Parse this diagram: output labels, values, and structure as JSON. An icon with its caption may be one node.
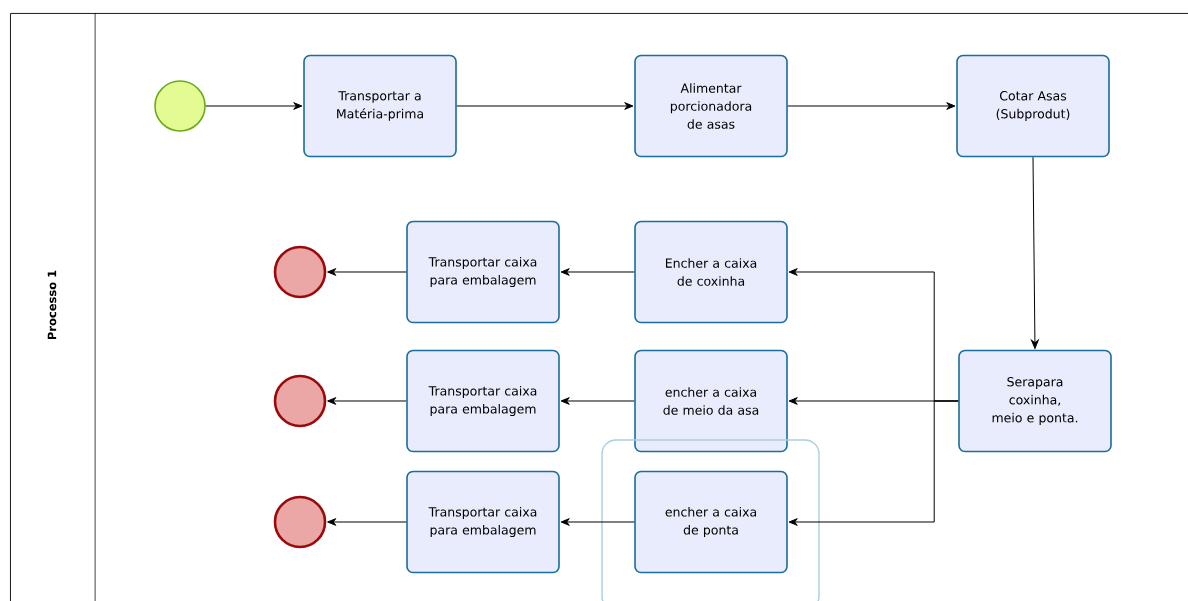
{
  "diagram": {
    "nodes": [
      {
        "text": [
          "Processo 1"
        ]
      },
      {
        "text": [],
        "shape": "circle",
        "in": 0
      },
      {
        "text": [
          "Transportar a Matéria-prima"
        ],
        "in": 0
      },
      {
        "text": [
          "Alimentar porcionadora de asas"
        ],
        "in": 0
      },
      {
        "text": [
          "Cotar Asas (Subprodut)"
        ],
        "in": 0
      },
      {
        "text": [
          "Serapara coxinha, meio e ponta."
        ],
        "in": 0
      },
      {
        "text": [
          "Encher a caixa de coxinha"
        ],
        "in": 0
      },
      {
        "text": [
          "Transportar caixa para embalagem"
        ],
        "in": 0
      },
      {
        "text": [],
        "shape": "circle",
        "in": 0
      },
      {
        "text": [
          "encher a caixa de meio da asa"
        ],
        "in": 0
      },
      {
        "text": [
          "Transportar caixa para embalagem"
        ],
        "in": 0
      },
      {
        "text": [],
        "shape": "circle",
        "in": 0
      },
      {
        "text": [
          "encher a caixa de ponta"
        ],
        "in": 0
      },
      {
        "text": [
          "Transportar caixa para embalagem"
        ],
        "in": 0
      },
      {
        "text": [],
        "shape": "circle",
        "in": 0
      }
    ],
    "edges": [
      {
        "from": 1,
        "to": 2,
        "arrow": "to"
      },
      {
        "from": 2,
        "to": 3,
        "arrow": "to"
      },
      {
        "from": 3,
        "to": 4,
        "arrow": "to"
      },
      {
        "from": 4,
        "to": 5,
        "arrow": "to"
      },
      {
        "from": 5,
        "to": 6,
        "arrow": "to"
      },
      {
        "from": 5,
        "to": 9,
        "arrow": "to"
      },
      {
        "from": 5,
        "to": 12,
        "arrow": "to"
      },
      {
        "from": 6,
        "to": 7,
        "arrow": "to"
      },
      {
        "from": 7,
        "to": 8,
        "arrow": "to"
      },
      {
        "from": 9,
        "to": 10,
        "arrow": "to"
      },
      {
        "from": 10,
        "to": 11,
        "arrow": "to"
      },
      {
        "from": 12,
        "to": 13,
        "arrow": "to"
      },
      {
        "from": 13,
        "to": 14,
        "arrow": "to"
      }
    ]
  }
}
